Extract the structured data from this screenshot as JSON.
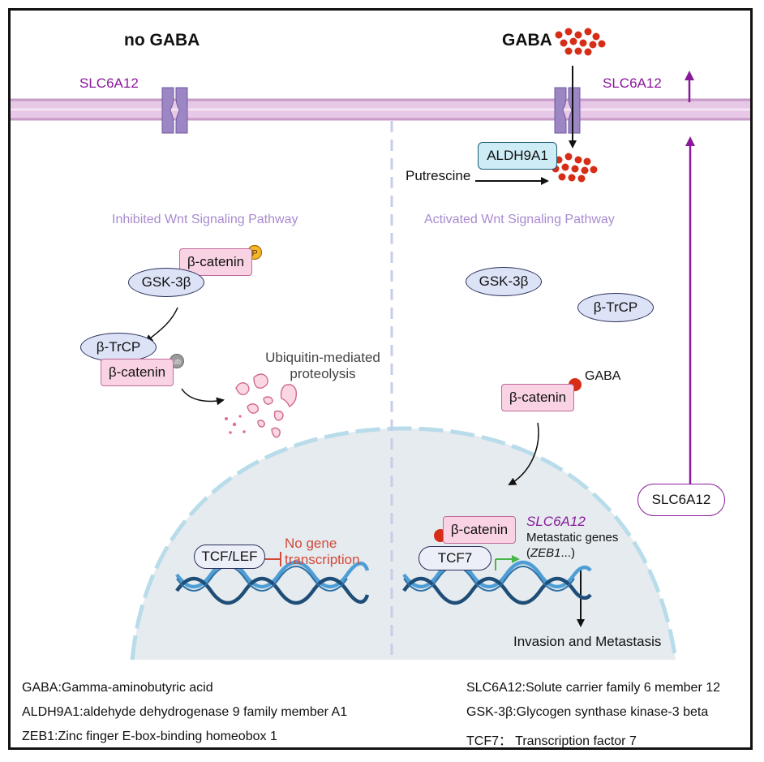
{
  "header": {
    "left": "no GABA",
    "right": "GABA"
  },
  "membrane": {
    "left_label": "SLC6A12",
    "right_label": "SLC6A12"
  },
  "right_top": {
    "enzyme": "ALDH9A1",
    "substrate": "Putrescine"
  },
  "pathways": {
    "left": "Inhibited Wnt Signaling Pathway",
    "right": "Activated Wnt Signaling Pathway"
  },
  "left_panel": {
    "bcatenin_p": "β-catenin",
    "phospho_mark": "P",
    "gsk": "GSK-3β",
    "trcp": "β-TrCP",
    "bcatenin_ub": "β-catenin",
    "ub_mark": "ub",
    "proteolysis": [
      "Ubiquitin-mediated",
      "proteolysis"
    ],
    "tcflef": "TCF/LEF",
    "no_transcription": [
      "No gene",
      "transcription"
    ]
  },
  "right_panel": {
    "gsk": "GSK-3β",
    "trcp": "β-TrCP",
    "bcatenin": "β-catenin",
    "gaba_label": "GABA",
    "nuclear_bcatenin": "β-catenin",
    "tcf7": "TCF7",
    "slc_italic": "SLC6A12",
    "metastatic": "Metastatic genes",
    "zeb_prefix": "(",
    "zeb": "ZEB1",
    "zeb_suffix": "...)",
    "invasion": "Invasion and Metastasis",
    "slc_pill": "SLC6A12"
  },
  "legend": {
    "left": [
      "GABA:Gamma-aminobutyric acid",
      "ALDH9A1:aldehyde dehydrogenase 9 family member A1",
      "ZEB1:Zinc finger E-box-binding homeobox 1"
    ],
    "right": [
      "SLC6A12:Solute carrier family 6 member 12",
      "GSK-3β:Glycogen synthase kinase-3 beta",
      "TCF7： Transcription factor 7"
    ]
  },
  "colors": {
    "membrane": "#e7c8e6",
    "channel": "#9d86c4",
    "purple_arrow": "#8a1a9b",
    "gaba_dot": "#d62d17",
    "nucleus": "#e5ebee",
    "nucleus_border": "#b9dcea",
    "dna_dark": "#1e4e78",
    "dna_light": "#4e9ed6",
    "inhibit": "#d3493a",
    "promoter": "#49b54a"
  }
}
